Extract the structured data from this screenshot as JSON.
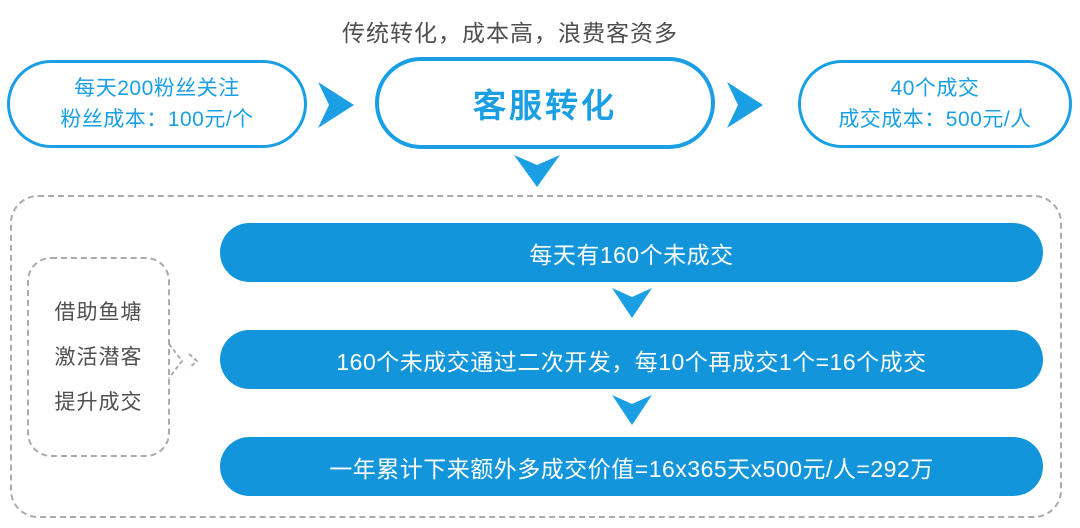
{
  "title": "传统转化，成本高，浪费客资多",
  "colors": {
    "accent": "#1A9FE5",
    "bar-fill": "#1295DA",
    "text-dark": "#4F4F4F",
    "dash-gray": "#ABABAB"
  },
  "flow": {
    "left_node": {
      "line1": "每天200粉丝关注",
      "line2": "粉丝成本：100元/个"
    },
    "center_node": {
      "label": "客服转化"
    },
    "right_node": {
      "line1": "40个成交",
      "line2": "成交成本：500元/人"
    }
  },
  "fishpond": {
    "note_lines": [
      "借助鱼塘",
      "激活潜客",
      "提升成交"
    ],
    "steps": [
      "每天有160个未成交",
      "160个未成交通过二次开发，每10个再成交1个=16个成交",
      "一年累计下来额外多成交价值=16x365天x500元/人=292万"
    ]
  },
  "icons": {
    "arrow_right": "right-dart-arrow",
    "arrow_down": "down-dart-arrow",
    "note_pointer": "dashed-chevron-pointer"
  }
}
